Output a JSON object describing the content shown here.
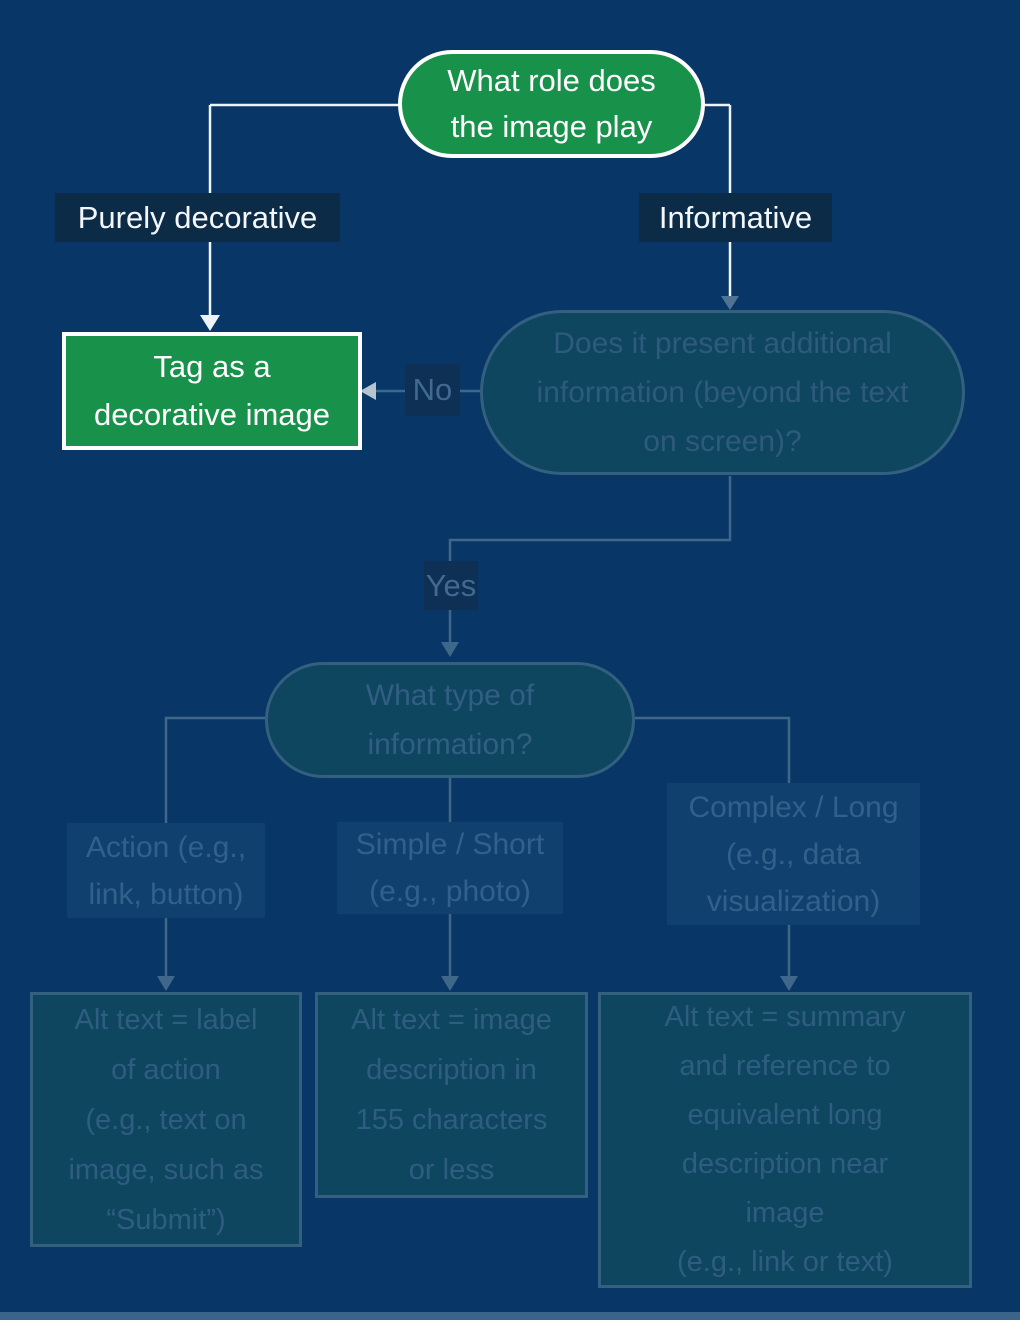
{
  "colors": {
    "background": "#083666",
    "active_green": "#18914a",
    "active_line": "#eef3f8",
    "active_chip_bg": "#0c2b46",
    "faded_fill": "#0e455f",
    "faded_border": "#33607f",
    "faded_line": "#3f678a",
    "faded_text": "#32608a",
    "bottom_band": "#3a6489"
  },
  "flowchart": {
    "root": "What role does\nthe image play",
    "branch_decorative": "Purely decorative",
    "branch_informative": "Informative",
    "result_decorative": "Tag as a\ndecorative image",
    "decision_additional_info": "Does it present additional\ninformation (beyond the text\non screen)?",
    "edge_no": "No",
    "edge_yes": "Yes",
    "decision_type": "What type of\ninformation?",
    "type_action": "Action (e.g.,\nlink, button)",
    "type_simple": "Simple / Short\n(e.g., photo)",
    "type_complex": "Complex / Long\n(e.g., data\nvisualization)",
    "result_action": "Alt text = label\nof action\n(e.g., text on\nimage, such as\n“Submit”)",
    "result_simple": "Alt text = image\ndescription in\n155 characters\nor less",
    "result_complex": "Alt text = summary\nand reference to\nequivalent long\ndescription near\nimage\n(e.g., link or text)"
  }
}
